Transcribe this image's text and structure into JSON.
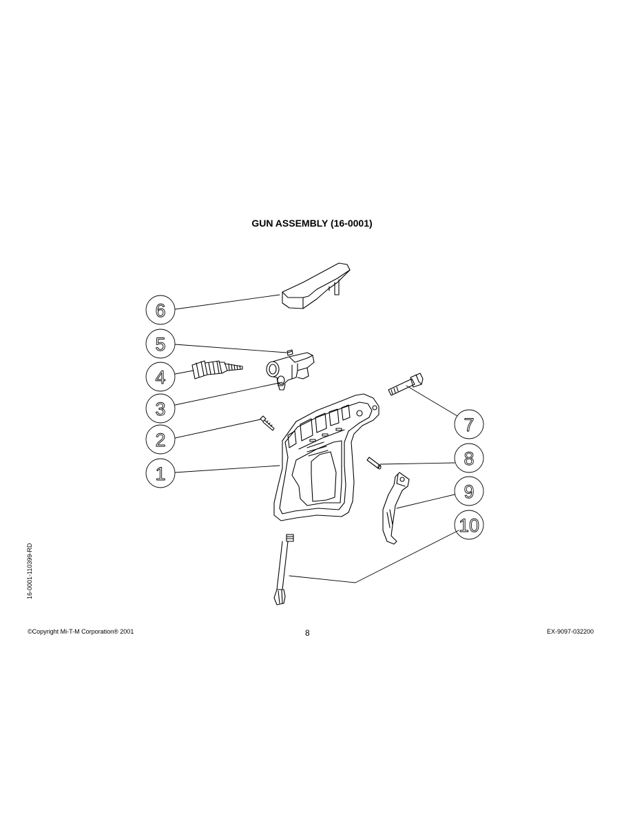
{
  "page": {
    "title": "GUN ASSEMBLY (16-0001)",
    "side_code": "16-0001-110399-RD",
    "copyright": "©Copyright Mi-T-M Corporation® 2001",
    "page_number": "8",
    "doc_code": "EX-9097-032200"
  },
  "callouts": [
    {
      "number": "1",
      "part": "gun-handle"
    },
    {
      "number": "2",
      "part": "screw"
    },
    {
      "number": "3",
      "part": "valve-body"
    },
    {
      "number": "4",
      "part": "valve-stem"
    },
    {
      "number": "5",
      "part": "set-screw"
    },
    {
      "number": "6",
      "part": "trigger-guard-cap"
    },
    {
      "number": "7",
      "part": "bolt"
    },
    {
      "number": "8",
      "part": "pin"
    },
    {
      "number": "9",
      "part": "trigger"
    },
    {
      "number": "10",
      "part": "extension-wand"
    }
  ]
}
